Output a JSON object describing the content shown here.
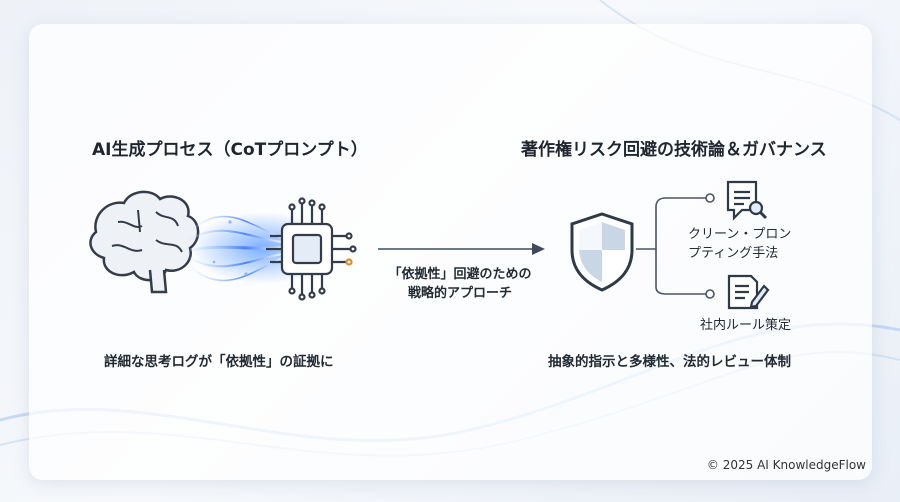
{
  "left": {
    "title": "AI生成プロセス（CoTプロンプト）",
    "caption": "詳細な思考ログが「依拠性」の証拠に"
  },
  "middle": {
    "label_line1": "「依拠性」回避のための",
    "label_line2": "戦略的アプローチ"
  },
  "right": {
    "title": "著作権リスク回避の技術論＆ガバナンス",
    "branch1_line1": "クリーン・プロン",
    "branch1_line2": "プティング手法",
    "branch2": "社内ルール策定",
    "caption": "抽象的指示と多様性、法的レビュー体制"
  },
  "footer": "© 2025 AI KnowledgeFlow",
  "icons": [
    "brain-icon",
    "chip-icon",
    "arrow-icon",
    "shield-icon",
    "document-search-icon",
    "document-edit-icon"
  ],
  "colors": {
    "accent": "#4a86e8",
    "dark": "#2f3a48",
    "shield_light": "#c9d6e6"
  }
}
